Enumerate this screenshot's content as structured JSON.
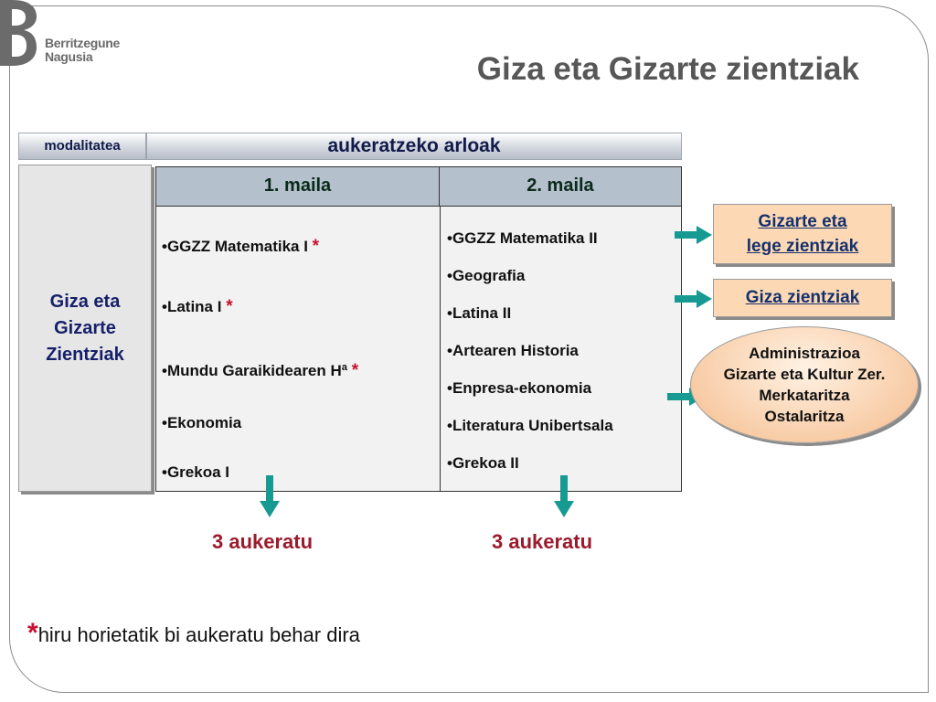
{
  "logo": {
    "line1": "Berritzegune",
    "line2": "Nagusia"
  },
  "title": "Giza eta Gizarte zientziak",
  "header": {
    "modalitatea": "modalitatea",
    "aukeratzeko": "aukeratzeko  arloak"
  },
  "modality": {
    "line1": "Giza eta",
    "line2": "Gizarte",
    "line3": "Zientziak"
  },
  "columns": {
    "first": "1. maila",
    "second": "2. maila"
  },
  "first_year": [
    {
      "label": "•GGZZ Matematika I ",
      "star": "*"
    },
    {
      "label": "•Latina I ",
      "star": "*"
    },
    {
      "label": "•Mundu Garaikidearen Hª ",
      "star": "*"
    },
    {
      "label": "•Ekonomia",
      "star": ""
    },
    {
      "label": "•Grekoa I",
      "star": ""
    }
  ],
  "second_year": [
    "•GGZZ Matematika II",
    "•Geografia",
    "•Latina II",
    "•Artearen Historia",
    "•Enpresa-ekonomia",
    "•Literatura Unibertsala",
    "•Grekoa II"
  ],
  "choose": {
    "first": "3 aukeratu",
    "second": "3 aukeratu"
  },
  "outcomes": {
    "box1": {
      "line1": "Gizarte eta ",
      "line2": "lege zientziak"
    },
    "box2": "Giza zientziak",
    "ellipse": [
      "Administrazioa",
      "Gizarte eta Kultur Zer.",
      "Merkataritza",
      "Ostalaritza"
    ]
  },
  "footnote": {
    "star": "*",
    "text": "hiru horietatik bi aukeratu behar dira"
  },
  "colors": {
    "accent_red": "#9b1b2c",
    "arrow_teal": "#169a92",
    "box_peach": "#fcd9b4",
    "header_blue": "#b4c0cc"
  }
}
